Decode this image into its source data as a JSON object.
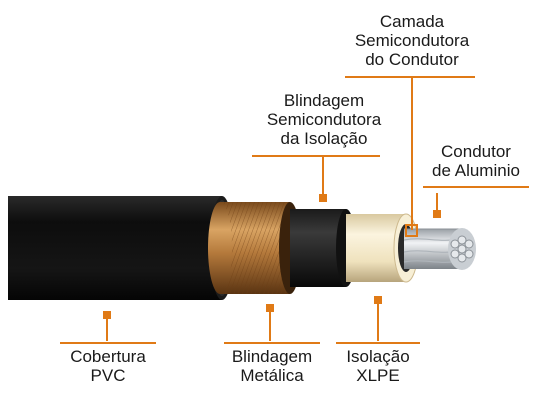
{
  "diagram": {
    "labels": {
      "camada_semicondutora": [
        "Camada",
        "Semicondutora",
        "do Condutor"
      ],
      "blindagem_semicondutora": [
        "Blindagem",
        "Semicondutora",
        "da Isolação"
      ],
      "condutor": [
        "Condutor",
        "de Aluminio"
      ],
      "cobertura": [
        "Cobertura",
        "PVC"
      ],
      "blindagem_metalica": [
        "Blindagem",
        "Metálica"
      ],
      "isolacao": [
        "Isolação",
        "XLPE"
      ]
    },
    "colors": {
      "accent": "#e07a16",
      "jacket": "#141414",
      "copper": "#b97b3b",
      "insulation": "#f2e7c4",
      "aluminium": "#cfd3d8"
    }
  }
}
